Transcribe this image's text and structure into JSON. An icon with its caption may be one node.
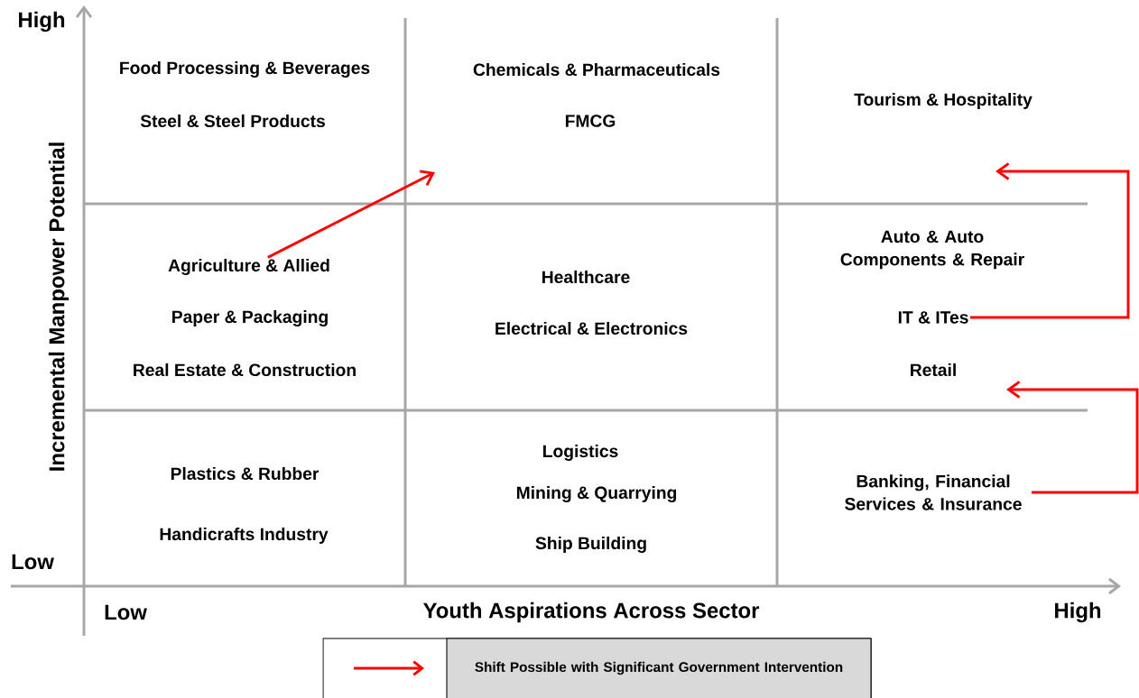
{
  "diagram": {
    "nodes": [
      {
        "text": [
          "Food Processing & Beverages"
        ]
      },
      {
        "text": [
          "Steel & Steel Products"
        ]
      },
      {
        "text": [
          "Chemicals & Pharmaceuticals"
        ]
      },
      {
        "text": [
          "FMCG"
        ]
      },
      {
        "text": [
          "Tourism & Hospitality"
        ]
      },
      {
        "text": [
          "Agriculture & Allied"
        ]
      },
      {
        "text": [
          "Paper & Packaging"
        ]
      },
      {
        "text": [
          "Real Estate & Construction"
        ]
      },
      {
        "text": [
          "Healthcare"
        ]
      },
      {
        "text": [
          "Electrical & Electronics"
        ]
      },
      {
        "text": [
          "Auto & Auto Components & Repair"
        ]
      },
      {
        "text": [
          "IT & ITes"
        ]
      },
      {
        "text": [
          "Retail"
        ]
      },
      {
        "text": [
          "Plastics & Rubber"
        ]
      },
      {
        "text": [
          "Handicrafts Industry"
        ]
      },
      {
        "text": [
          "Logistics"
        ]
      },
      {
        "text": [
          "Mining & Quarrying"
        ]
      },
      {
        "text": [
          "Ship Building"
        ]
      },
      {
        "text": [
          "Banking, Financial Services & Insurance"
        ]
      }
    ],
    "edges": [
      {
        "from": 5,
        "to": null,
        "arrow": "to",
        "color": "#ff0000"
      },
      {
        "from": 11,
        "to": null,
        "arrow": "to",
        "color": "#ff0000"
      },
      {
        "from": 18,
        "to": null,
        "arrow": "to",
        "color": "#ff0000"
      }
    ],
    "labels": [
      "High",
      "Incremental Manpower Potential",
      "Low",
      "Low",
      "Youth Aspirations Across Sector",
      "High"
    ],
    "legend": [
      {
        "text": "Shift Possible with Significant Government Intervention"
      }
    ]
  }
}
